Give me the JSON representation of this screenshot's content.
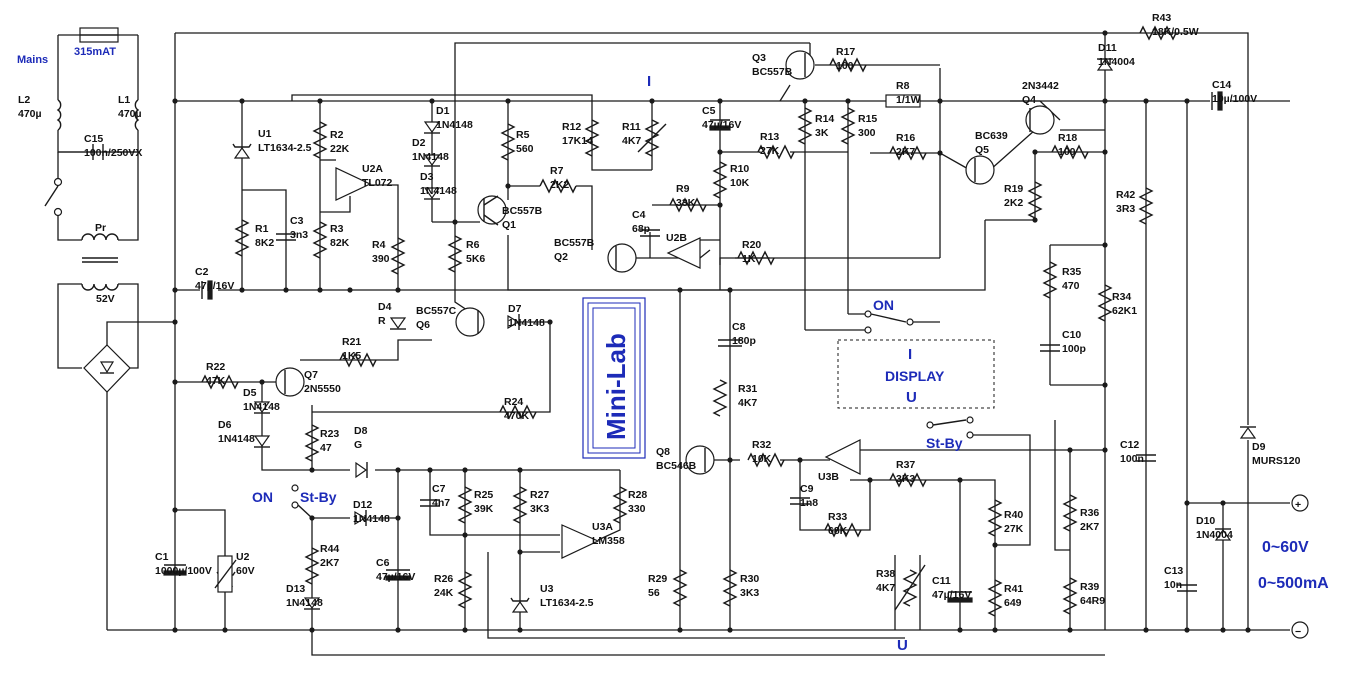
{
  "colors": {
    "wire": "#1a1a1a",
    "label": "#111111",
    "accent": "#1d2bb8",
    "background": "#ffffff"
  },
  "power": {
    "mains": "Mains",
    "fuse": "315mAT",
    "secondary": "52V"
  },
  "title_box": "Mini-Lab",
  "display": {
    "i": "I",
    "title": "DISPLAY",
    "u": "U"
  },
  "annotations": {
    "on_top": "ON",
    "on_left": "ON",
    "stby_left": "St-By",
    "stby_right": "St-By",
    "i_mark": "I",
    "u_mark": "U",
    "output_voltage": "0~60V",
    "output_current": "0~500mA",
    "plus": "+",
    "minus": "−"
  },
  "parts": {
    "L2": [
      "L2",
      "470µ"
    ],
    "L1": [
      "L1",
      "470µ"
    ],
    "C15": [
      "C15",
      "100n/250VX"
    ],
    "Pr": [
      "Pr"
    ],
    "U1": [
      "U1",
      "LT1634-2.5"
    ],
    "R1": [
      "R1",
      "8K2"
    ],
    "C3": [
      "C3",
      "3n3"
    ],
    "R2": [
      "R2",
      "22K"
    ],
    "R3": [
      "R3",
      "82K"
    ],
    "U2A": [
      "U2A",
      "TL072"
    ],
    "R4": [
      "R4",
      "390"
    ],
    "D1": [
      "D1",
      "1N4148"
    ],
    "D2": [
      "D2",
      "1N4148"
    ],
    "D3": [
      "D3",
      "1N4148"
    ],
    "R5": [
      "R5",
      "560"
    ],
    "R6": [
      "R6",
      "5K6"
    ],
    "Q1": [
      "BC557B",
      "Q1"
    ],
    "R7": [
      "R7",
      "2K2"
    ],
    "Q2": [
      "BC557B",
      "Q2"
    ],
    "R12": [
      "R12",
      "17K14"
    ],
    "R11": [
      "R11",
      "4K7"
    ],
    "C4": [
      "C4",
      "68p"
    ],
    "R9": [
      "R9",
      "33K"
    ],
    "U2B": [
      "U2B"
    ],
    "C5": [
      "C5",
      "47µ/16V"
    ],
    "R10": [
      "R10",
      "10K"
    ],
    "R20": [
      "R20",
      "1K"
    ],
    "R13": [
      "R13",
      "27K"
    ],
    "Q3": [
      "Q3",
      "BC557B"
    ],
    "R17": [
      "R17",
      "100"
    ],
    "R8": [
      "R8",
      "1/1W"
    ],
    "R14": [
      "R14",
      "3K"
    ],
    "R15": [
      "R15",
      "300"
    ],
    "R16": [
      "R16",
      "2K7"
    ],
    "Q5": [
      "BC639",
      "Q5"
    ],
    "Q4": [
      "2N3442",
      "Q4"
    ],
    "R18": [
      "R18",
      "100"
    ],
    "R19": [
      "R19",
      "2K2"
    ],
    "D11": [
      "D11",
      "1N4004"
    ],
    "R43": [
      "R43",
      "18K/0.5W"
    ],
    "C14": [
      "C14",
      "10µ/100V"
    ],
    "R42": [
      "R42",
      "3R3"
    ],
    "R35": [
      "R35",
      "470"
    ],
    "C10": [
      "C10",
      "100p"
    ],
    "R34": [
      "R34",
      "62K1"
    ],
    "C2": [
      "C2",
      "47µ/16V"
    ],
    "D4": [
      "D4",
      "R"
    ],
    "Q6": [
      "BC557C",
      "Q6"
    ],
    "D7": [
      "D7",
      "1N4148"
    ],
    "R21": [
      "R21",
      "1K5"
    ],
    "R22": [
      "R22",
      "47K"
    ],
    "Q7": [
      "Q7",
      "2N5550"
    ],
    "D5": [
      "D5",
      "1N4148"
    ],
    "D6": [
      "D6",
      "1N4148"
    ],
    "R24": [
      "R24",
      "470K"
    ],
    "R23": [
      "R23",
      "47"
    ],
    "D8": [
      "D8",
      "G"
    ],
    "C8": [
      "C8",
      "180p"
    ],
    "R31": [
      "R31",
      "4K7"
    ],
    "Q8": [
      "Q8",
      "BC546B"
    ],
    "R32": [
      "R32",
      "10K"
    ],
    "U3B": [
      "U3B"
    ],
    "C9": [
      "C9",
      "1n8"
    ],
    "R37": [
      "R37",
      "3K3"
    ],
    "R33": [
      "R33",
      "68K"
    ],
    "R40": [
      "R40",
      "27K"
    ],
    "R41": [
      "R41",
      "649"
    ],
    "R38": [
      "R38",
      "4K7"
    ],
    "C11": [
      "C11",
      "47µ/16V"
    ],
    "R36": [
      "R36",
      "2K7"
    ],
    "R39": [
      "R39",
      "64R9"
    ],
    "C12": [
      "C12",
      "100n"
    ],
    "D9": [
      "D9",
      "MURS120"
    ],
    "D10": [
      "D10",
      "1N4004"
    ],
    "C13": [
      "C13",
      "10n"
    ],
    "C7": [
      "C7",
      "4n7"
    ],
    "R25": [
      "R25",
      "39K"
    ],
    "R26": [
      "R26",
      "24K"
    ],
    "R27": [
      "R27",
      "3K3"
    ],
    "U3": [
      "U3",
      "LT1634-2.5"
    ],
    "U3A": [
      "U3A",
      "LM358"
    ],
    "R28": [
      "R28",
      "330"
    ],
    "R29": [
      "R29",
      "56"
    ],
    "R30": [
      "R30",
      "3K3"
    ],
    "D12": [
      "D12",
      "1N4148"
    ],
    "R44": [
      "R44",
      "2K7"
    ],
    "D13": [
      "D13",
      "1N4148"
    ],
    "C6": [
      "C6",
      "47µ/16V"
    ],
    "C1": [
      "C1",
      "1000µ/100V"
    ],
    "U2": [
      "U2",
      "60V"
    ]
  }
}
